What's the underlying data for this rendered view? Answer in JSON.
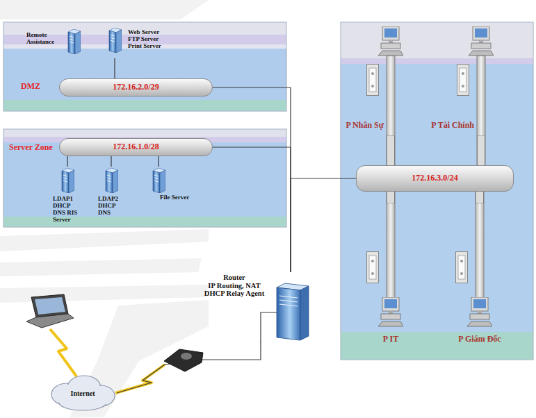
{
  "diagram": {
    "nodes": [
      {
        "text": [
          "DMZ"
        ]
      },
      {
        "text": [
          "172.16.2.0/29"
        ],
        "in": 0
      },
      {
        "text": [
          "Remote Assistance"
        ],
        "in": 0
      },
      {
        "text": [
          "Web Server FTP Server Print Server"
        ],
        "in": 0
      },
      {
        "text": [
          "Server Zone"
        ]
      },
      {
        "text": [
          "172.16.1.0/28"
        ],
        "in": 4
      },
      {
        "text": [
          "LDAP1 DHCP DNS RIS Server"
        ],
        "in": 4
      },
      {
        "text": [
          "LDAP2 DHCP DNS"
        ],
        "in": 4
      },
      {
        "text": [
          "File Server"
        ],
        "in": 4
      },
      {
        "text": [
          "172.16.3.0/24"
        ]
      },
      {
        "text": [
          "P Nhân Sự"
        ]
      },
      {
        "text": [
          "P Tài Chính"
        ]
      },
      {
        "text": [
          "P IT"
        ]
      },
      {
        "text": [
          "P Giám Đốc"
        ]
      },
      {
        "text": [
          "Router",
          "IP Routing, NAT DHCP Relay Agent"
        ]
      },
      {
        "text": [
          "Internet"
        ]
      }
    ],
    "edges": [
      {
        "from": 1,
        "to": 14,
        "arrow": "none"
      },
      {
        "from": 5,
        "to": 14,
        "arrow": "none"
      },
      {
        "from": 9,
        "to": 14,
        "arrow": "none"
      },
      {
        "from": 14,
        "to": 15,
        "arrow": "none"
      },
      {
        "from": 3,
        "to": 1,
        "arrow": "none"
      },
      {
        "from": 5,
        "to": 6,
        "arrow": "none"
      },
      {
        "from": 5,
        "to": 7,
        "arrow": "none"
      },
      {
        "from": 5,
        "to": 8,
        "arrow": "none"
      },
      {
        "from": 10,
        "to": 9,
        "arrow": "none"
      },
      {
        "from": 11,
        "to": 9,
        "arrow": "none"
      },
      {
        "from": 12,
        "to": 9,
        "arrow": "none"
      },
      {
        "from": 13,
        "to": 9,
        "arrow": "none"
      }
    ]
  }
}
